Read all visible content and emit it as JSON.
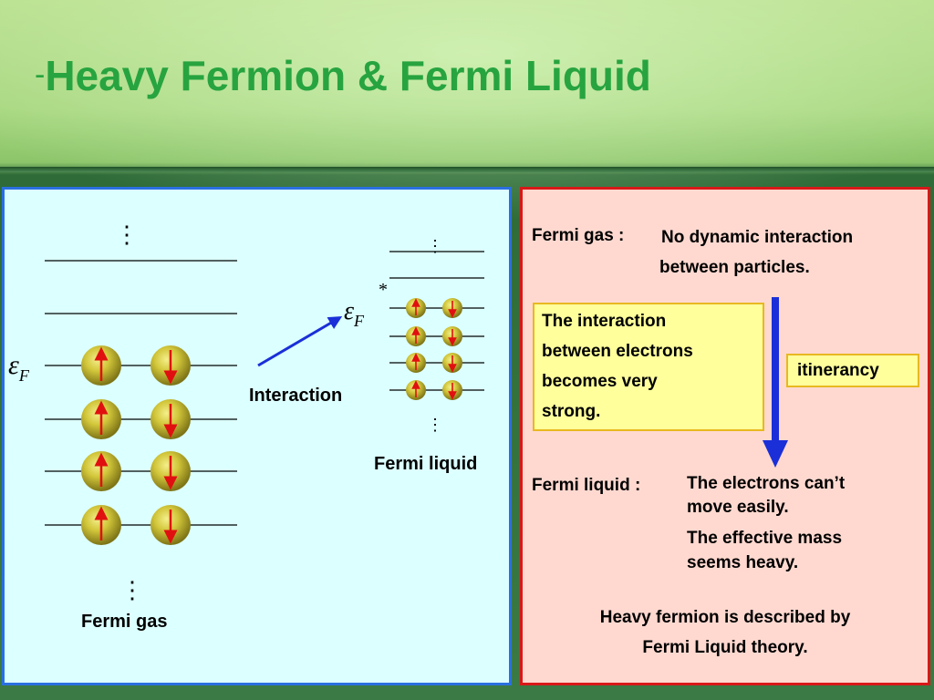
{
  "slide": {
    "title_dash": "-",
    "title": "Heavy Fermion & Fermi Liquid",
    "colors": {
      "title": "#27a43f",
      "left_border": "#2a6fe0",
      "right_border": "#d81818",
      "arrow": "#1a2fd8",
      "spin_arrow": "#e01010",
      "ball": "#c9c030"
    }
  },
  "diagram": {
    "fermi_gas_label": "Fermi gas",
    "fermi_liquid_label": "Fermi liquid",
    "interaction_label": "Interaction",
    "epsilon_symbol": "ε",
    "epsilon_sub": "F",
    "star_symbol": "*",
    "ellipsis": "⋮"
  },
  "right": {
    "fermi_gas_label": "Fermi gas :",
    "fermi_gas_line1": "No dynamic interaction",
    "fermi_gas_line2": "between particles.",
    "box_line1": "The interaction",
    "box_line2": "between electrons",
    "box_line3": "becomes very",
    "box_line4": "strong.",
    "itinerancy": "itinerancy",
    "fermi_liquid_label": "Fermi liquid :",
    "fl_line1": "The electrons can’t",
    "fl_line2": "move easily.",
    "fl_line3": "The effective mass",
    "fl_line4": "seems heavy.",
    "conclusion_line1": "Heavy fermion is described by",
    "conclusion_line2": "Fermi Liquid theory."
  }
}
